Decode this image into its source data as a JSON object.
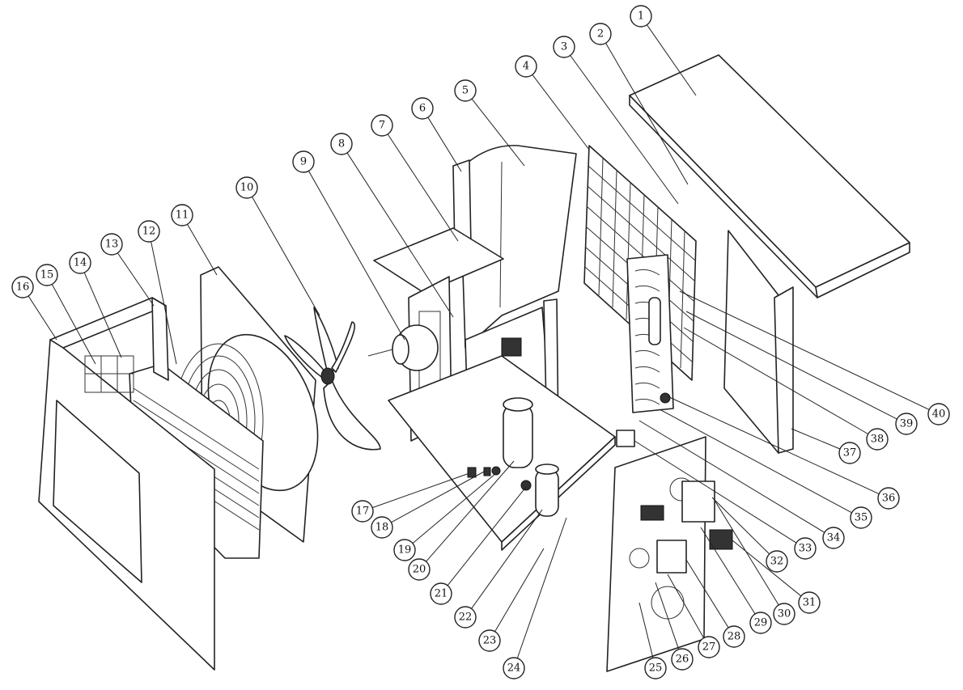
{
  "diagram": {
    "callouts": [
      {
        "id": 1,
        "label": "1"
      },
      {
        "id": 2,
        "label": "2"
      },
      {
        "id": 3,
        "label": "3"
      },
      {
        "id": 4,
        "label": "4"
      },
      {
        "id": 5,
        "label": "5"
      },
      {
        "id": 6,
        "label": "6"
      },
      {
        "id": 7,
        "label": "7"
      },
      {
        "id": 8,
        "label": "8"
      },
      {
        "id": 9,
        "label": "9"
      },
      {
        "id": 10,
        "label": "10"
      },
      {
        "id": 11,
        "label": "11"
      },
      {
        "id": 12,
        "label": "12"
      },
      {
        "id": 13,
        "label": "13"
      },
      {
        "id": 14,
        "label": "14"
      },
      {
        "id": 15,
        "label": "15"
      },
      {
        "id": 16,
        "label": "16"
      },
      {
        "id": 17,
        "label": "17"
      },
      {
        "id": 18,
        "label": "18"
      },
      {
        "id": 19,
        "label": "19"
      },
      {
        "id": 20,
        "label": "20"
      },
      {
        "id": 21,
        "label": "21"
      },
      {
        "id": 22,
        "label": "22"
      },
      {
        "id": 23,
        "label": "23"
      },
      {
        "id": 24,
        "label": "24"
      },
      {
        "id": 25,
        "label": "25"
      },
      {
        "id": 26,
        "label": "26"
      },
      {
        "id": 27,
        "label": "27"
      },
      {
        "id": 28,
        "label": "28"
      },
      {
        "id": 29,
        "label": "29"
      },
      {
        "id": 30,
        "label": "30"
      },
      {
        "id": 31,
        "label": "31"
      },
      {
        "id": 32,
        "label": "32"
      },
      {
        "id": 33,
        "label": "33"
      },
      {
        "id": 34,
        "label": "34"
      },
      {
        "id": 35,
        "label": "35"
      },
      {
        "id": 36,
        "label": "36"
      },
      {
        "id": 37,
        "label": "37"
      },
      {
        "id": 38,
        "label": "38"
      },
      {
        "id": 39,
        "label": "39"
      },
      {
        "id": 40,
        "label": "40"
      }
    ]
  }
}
